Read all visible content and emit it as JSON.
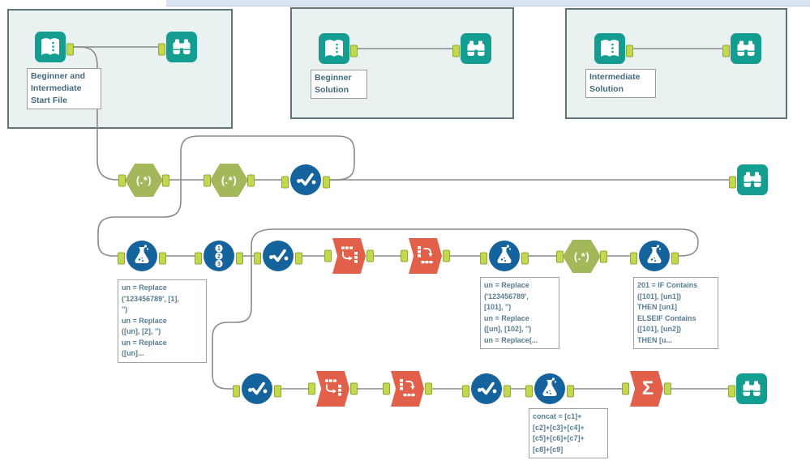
{
  "containers": [
    {
      "label": "Beginner and Intermediate Start File"
    },
    {
      "label": "Beginner Solution"
    },
    {
      "label": "Intermediate Solution"
    }
  ],
  "icons": {
    "regex_label": "(.*)",
    "sigma": "Σ",
    "record_id_digits": [
      "1",
      "2",
      "3"
    ]
  },
  "annotations": [
    {
      "text": "un = Replace\n('123456789', [1],\n'')\nun = Replace\n([un], [2], '')\nun = Replace\n([un]..."
    },
    {
      "text": "un = Replace\n('123456789',\n[101], '')\nun = Replace\n([un], [102], '')\nun = Replace(..."
    },
    {
      "text": "201 = IF Contains\n([101], [un1])\nTHEN [un1]\nELSEIF Contains\n([101], [un2])\nTHEN [u..."
    },
    {
      "text": "concat = [c1]+\n[c2]+[c3]+[c4]+\n[c5]+[c6]+[c7]+\n[c8]+[c9]"
    }
  ],
  "colors": {
    "teal": "#149e92",
    "blue": "#15639d",
    "green": "#a4b75a",
    "orange": "#e2604a",
    "anchor": "#c4d84d",
    "wire": "#8a8a8a",
    "container_fill": "#e9f1f1",
    "container_border": "#5f7478",
    "annotation_text": "#587c90"
  }
}
